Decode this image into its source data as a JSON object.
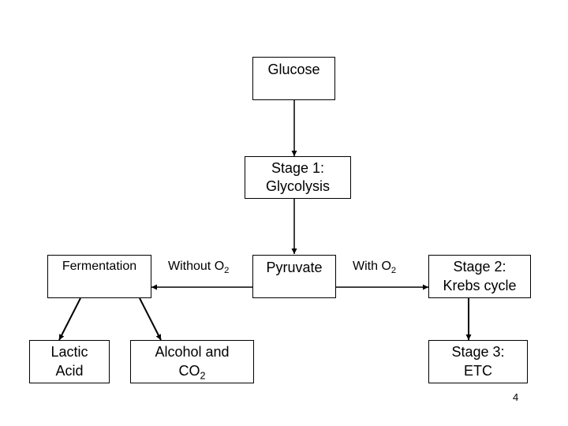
{
  "nodes": {
    "glucose": "Glucose",
    "glycolysis": {
      "line1": "Stage 1:",
      "line2": "Glycolysis"
    },
    "pyruvate": "Pyruvate",
    "fermentation": "Fermentation",
    "krebs": {
      "line1": "Stage 2:",
      "line2": "Krebs cycle"
    },
    "lactic": {
      "line1": "Lactic",
      "line2": "Acid"
    },
    "alcohol": {
      "line1": "Alcohol and",
      "line2": "CO",
      "sub": "2"
    },
    "etc": {
      "line1": "Stage 3:",
      "line2": "ETC"
    }
  },
  "edge_labels": {
    "without_o2": {
      "text": "Without O",
      "sub": "2"
    },
    "with_o2": {
      "text": "With O",
      "sub": "2"
    }
  },
  "page_number": "4"
}
